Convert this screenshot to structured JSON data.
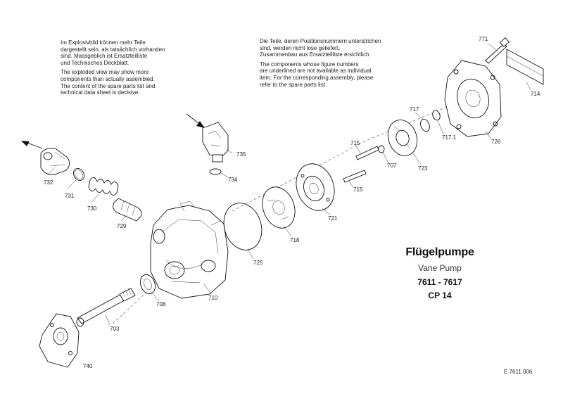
{
  "notes": {
    "german_left": [
      "Im Explosivbild können mehr Teile",
      "dargestellt sein, als tatsächlich vorhanden",
      "sind. Massgeblich ist Ersatzteilliste",
      "und Technisches Deckblatt."
    ],
    "english_left": [
      "The exploded view may show more",
      "components than actually assembled.",
      "The content of the spare parts list and",
      "technical data sheet is decisive."
    ],
    "german_right": [
      "Die Teile, deren Positionsnummern unterstrichen",
      "sind, werden nicht lose geliefert.",
      "Zusammenbau aus Ersatzteilliste ersichtlich"
    ],
    "english_right": [
      "The components whose figure numbers",
      "are underlined are not available as individual",
      "item. For the corresponding assembly, please",
      "refer to the spare parts list."
    ]
  },
  "parts": {
    "p771": "771",
    "p714": "714",
    "p717": "717",
    "p717_1": "717.1",
    "p726": "726",
    "p715a": "715",
    "p707": "707",
    "p723": "723",
    "p715b": "715",
    "p721": "721",
    "p718": "718",
    "p725": "725",
    "p735": "735",
    "p734": "734",
    "p732": "732",
    "p731": "731",
    "p730": "730",
    "p729": "729",
    "p710": "710",
    "p708": "708",
    "p703": "703",
    "p740": "740"
  },
  "title": {
    "name": "Flügelpumpe",
    "subtitle": "Vane Pump",
    "range": "7611 - 7617",
    "code": "CP 14"
  },
  "doc_ref": "E  7611.006"
}
